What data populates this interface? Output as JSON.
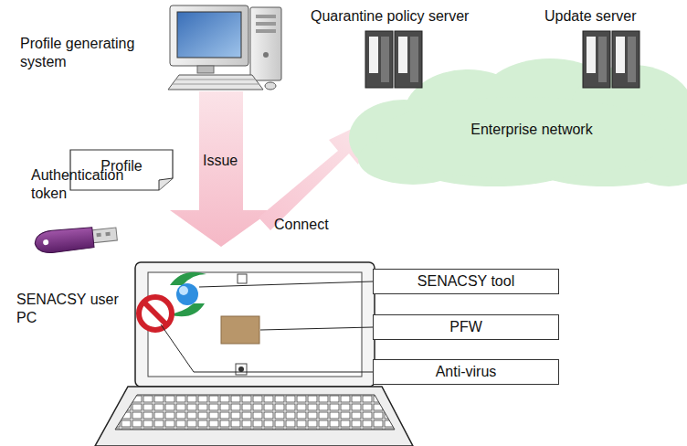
{
  "diagram": {
    "nodes": [
      {
        "text": [
          "Profile"
        ]
      },
      {
        "text": [
          "Enterprise network"
        ]
      },
      {
        "text": [
          "SENACSY tool"
        ]
      },
      {
        "text": [
          "PFW"
        ]
      },
      {
        "text": [
          "Anti-virus"
        ]
      }
    ],
    "labels": [
      "Profile generating system",
      "Quarantine policy server",
      "Update server",
      "Issue",
      "Authentication token",
      "Connect",
      "SENACSY user PC"
    ]
  }
}
